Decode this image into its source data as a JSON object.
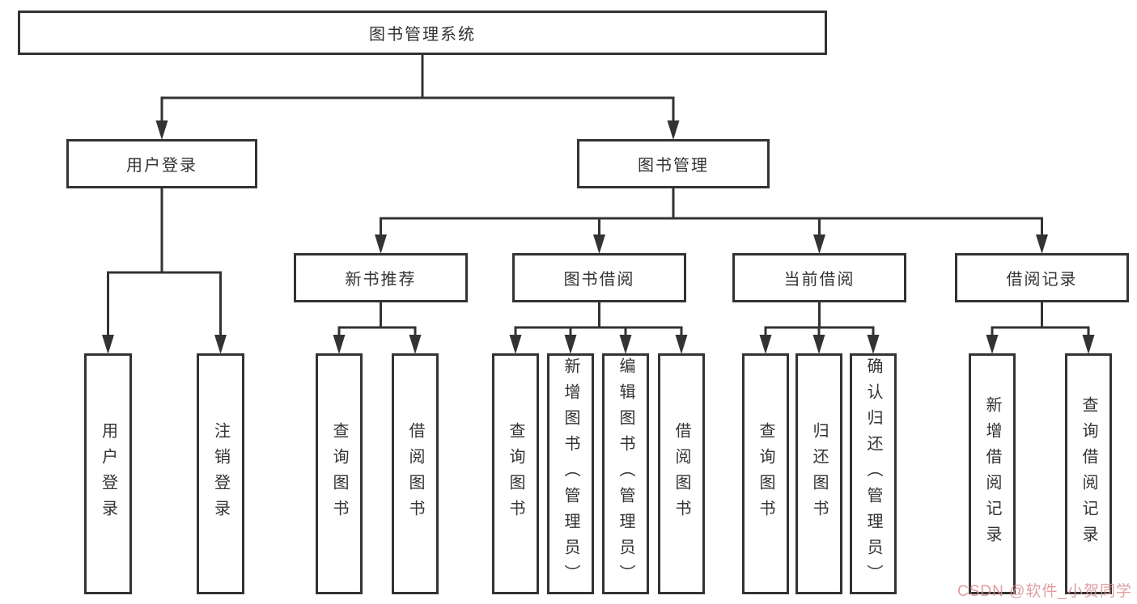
{
  "diagram": {
    "title": "图书管理系统",
    "watermark": "CSDN @软件_小贺同学",
    "colors": {
      "background": "#ffffff",
      "line": "#333333",
      "box_border": "#333333",
      "text": "#333333",
      "watermark": "#d98f8f"
    },
    "nodes": {
      "root": {
        "label": "图书管理系统"
      },
      "user_login": {
        "label": "用户登录"
      },
      "book_mgmt": {
        "label": "图书管理"
      },
      "new_book_rec": {
        "label": "新书推荐"
      },
      "book_borrow": {
        "label": "图书借阅"
      },
      "current_borrow": {
        "label": "当前借阅"
      },
      "borrow_records": {
        "label": "借阅记录"
      },
      "leaf_user_login": {
        "label": "用户登录"
      },
      "leaf_logout": {
        "label": "注销登录"
      },
      "leaf_query_books_rec": {
        "label": "查询图书"
      },
      "leaf_borrow_books_rec": {
        "label": "借阅图书"
      },
      "leaf_query_books_bor": {
        "label": "查询图书"
      },
      "leaf_add_books_admin": {
        "label": "新增图书（管理员）"
      },
      "leaf_edit_books_admin": {
        "label": "编辑图书（管理员）"
      },
      "leaf_borrow_books_bor": {
        "label": "借阅图书"
      },
      "leaf_query_books_cur": {
        "label": "查询图书"
      },
      "leaf_return_books": {
        "label": "归还图书"
      },
      "leaf_confirm_return_admin": {
        "label": "确认归还（管理员）"
      },
      "leaf_add_borrow_record": {
        "label": "新增借阅记录"
      },
      "leaf_query_borrow_record": {
        "label": "查询借阅记录"
      }
    },
    "edges": [
      {
        "from": "root",
        "to": [
          "user_login",
          "book_mgmt"
        ]
      },
      {
        "from": "user_login",
        "to": [
          "leaf_user_login",
          "leaf_logout"
        ]
      },
      {
        "from": "book_mgmt",
        "to": [
          "new_book_rec",
          "book_borrow",
          "current_borrow",
          "borrow_records"
        ]
      },
      {
        "from": "new_book_rec",
        "to": [
          "leaf_query_books_rec",
          "leaf_borrow_books_rec"
        ]
      },
      {
        "from": "book_borrow",
        "to": [
          "leaf_query_books_bor",
          "leaf_add_books_admin",
          "leaf_edit_books_admin",
          "leaf_borrow_books_bor"
        ]
      },
      {
        "from": "current_borrow",
        "to": [
          "leaf_query_books_cur",
          "leaf_return_books",
          "leaf_confirm_return_admin"
        ]
      },
      {
        "from": "borrow_records",
        "to": [
          "leaf_add_borrow_record",
          "leaf_query_borrow_record"
        ]
      }
    ]
  }
}
